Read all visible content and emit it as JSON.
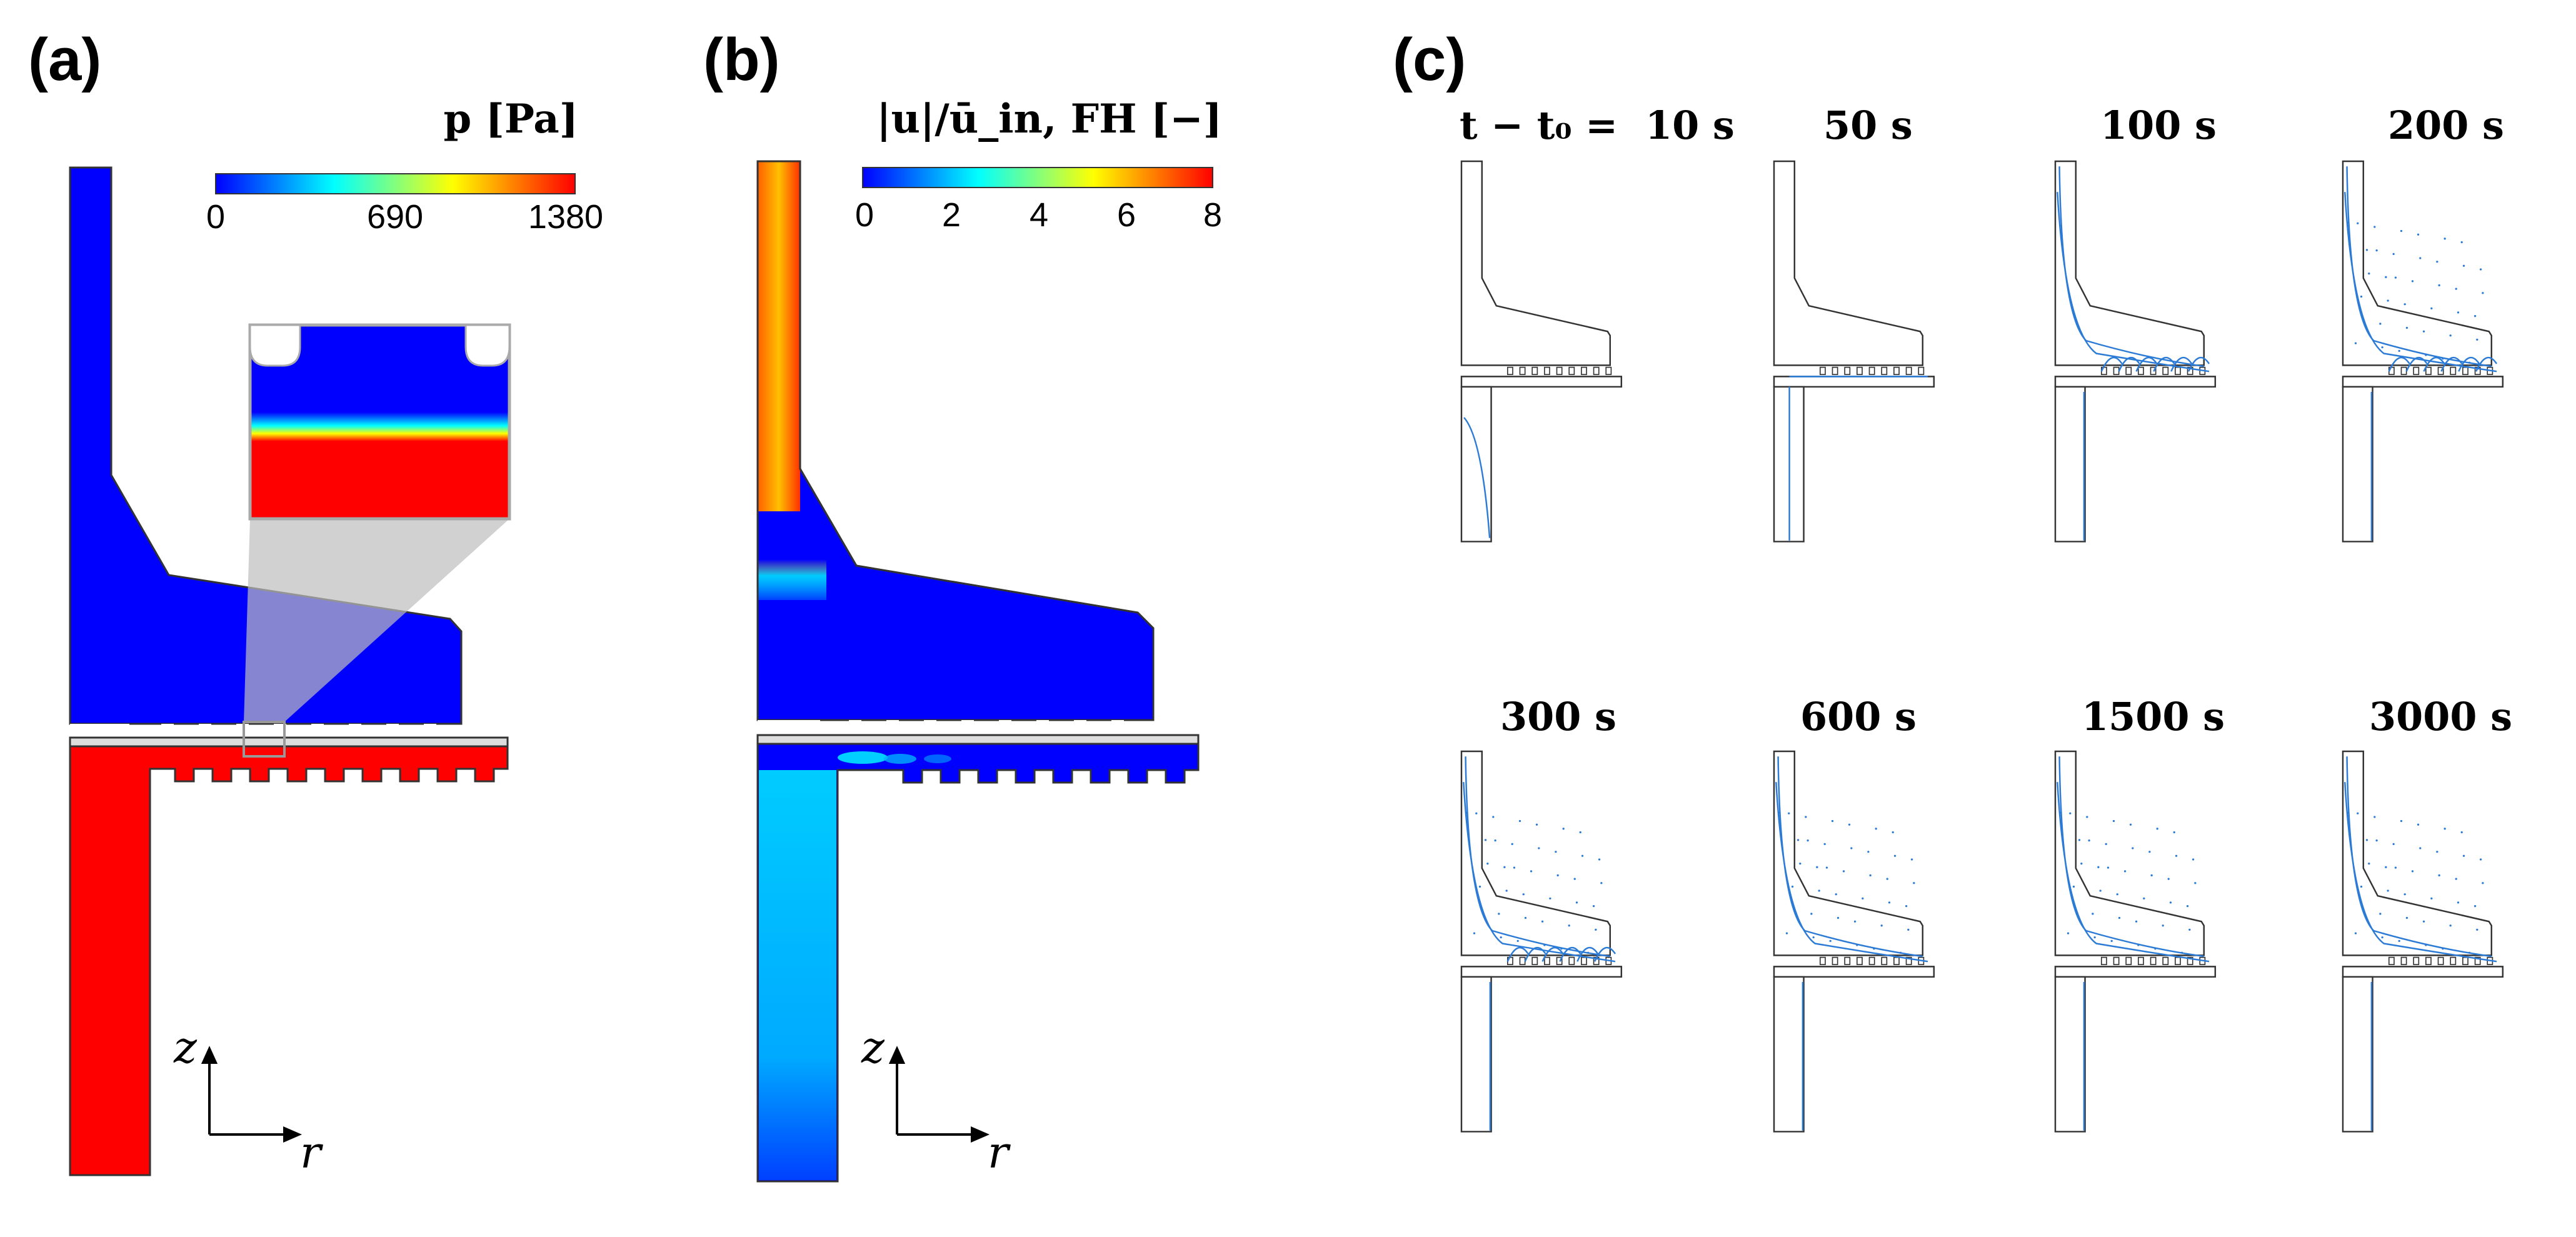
{
  "panel_a": {
    "label": "(a)",
    "colorbar": {
      "title": "p [Pa]",
      "ticks": [
        "0",
        "690",
        "1380"
      ],
      "colors": [
        "#0000ff",
        "#00ffff",
        "#ffff00",
        "#ff0000"
      ]
    },
    "axis_z": "z",
    "axis_r": "r"
  },
  "panel_b": {
    "label": "(b)",
    "colorbar": {
      "title": "|u|/ū_in, FH [−]",
      "ticks": [
        "0",
        "2",
        "4",
        "6",
        "8"
      ],
      "colors": [
        "#0000ff",
        "#00ffff",
        "#ffff00",
        "#ff0000"
      ]
    },
    "axis_z": "z",
    "axis_r": "r"
  },
  "panel_c": {
    "label": "(c)",
    "prefix": "t − t₀ =",
    "snapshots": [
      {
        "time": "10 s"
      },
      {
        "time": "50 s"
      },
      {
        "time": "100 s"
      },
      {
        "time": "200 s"
      },
      {
        "time": "300 s"
      },
      {
        "time": "600 s"
      },
      {
        "time": "1500 s"
      },
      {
        "time": "3000 s"
      }
    ]
  },
  "colors": {
    "pressure_low": "#0000ff",
    "pressure_high": "#ff0000",
    "streamline": "#2b7bd6",
    "outline": "#333333"
  }
}
